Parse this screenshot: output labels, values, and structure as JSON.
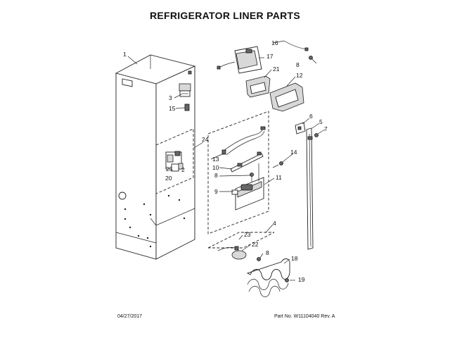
{
  "title": "REFRIGERATOR LINER PARTS",
  "footer": {
    "date": "04/27/2017",
    "part_number": "Part No. W11104040  Rev. A"
  },
  "callouts": [
    "1",
    "2",
    "3",
    "4",
    "5",
    "6",
    "7",
    "8",
    "8",
    "8",
    "9",
    "10",
    "11",
    "12",
    "13",
    "14",
    "15",
    "16",
    "17",
    "18",
    "19",
    "20",
    "21",
    "22",
    "23",
    "24",
    "25"
  ]
}
